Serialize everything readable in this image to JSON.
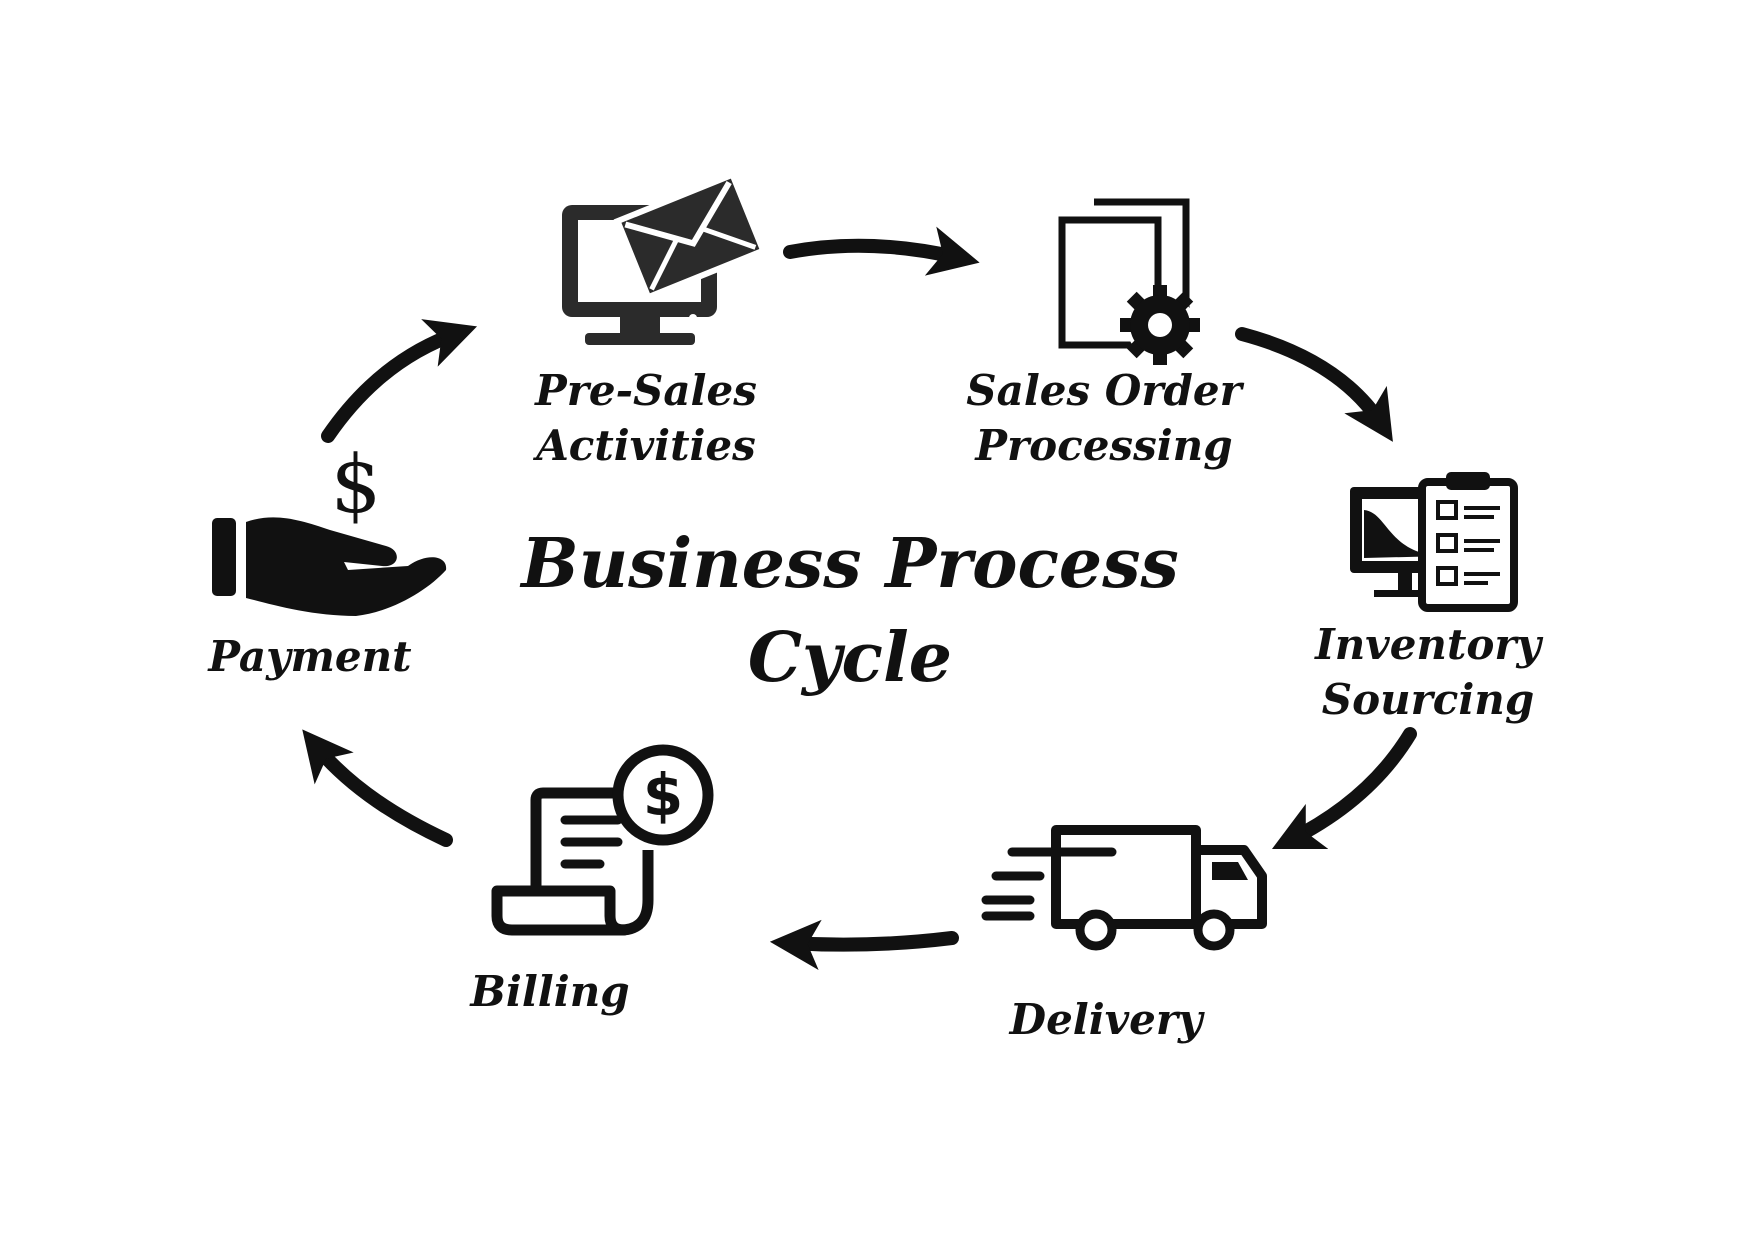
{
  "diagram": {
    "title_line1": "Business Process",
    "title_line2": "Cycle",
    "steps": [
      {
        "id": "pre-sales",
        "line1": "Pre-Sales",
        "line2": "Activities",
        "icon": "monitor-envelope-icon"
      },
      {
        "id": "sales-order",
        "line1": "Sales Order",
        "line2": "Processing",
        "icon": "documents-gear-icon"
      },
      {
        "id": "inventory",
        "line1": "Inventory",
        "line2": "Sourcing",
        "icon": "monitor-clipboard-icon"
      },
      {
        "id": "delivery",
        "line1": "Delivery",
        "line2": "",
        "icon": "delivery-truck-icon"
      },
      {
        "id": "billing",
        "line1": "Billing",
        "line2": "",
        "icon": "receipt-dollar-icon"
      },
      {
        "id": "payment",
        "line1": "Payment",
        "line2": "",
        "icon": "hand-dollar-icon"
      }
    ],
    "dollar_symbol": "$",
    "colors": {
      "ink": "#111111",
      "icon_dark": "#2b2b2b",
      "background": "#ffffff"
    }
  }
}
